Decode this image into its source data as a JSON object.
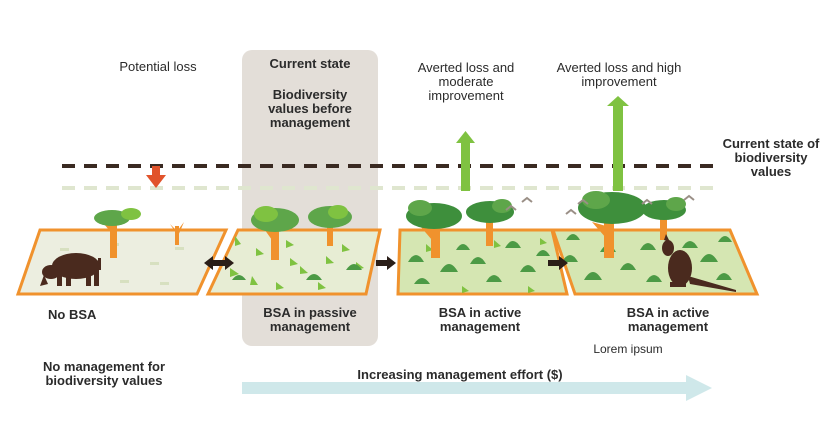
{
  "header": {
    "potential_loss": "Potential loss",
    "current_state_title": "Current state",
    "current_state_sub": "Biodiversity values before management",
    "moderate": "Averted loss and moderate improvement",
    "high": "Averted loss and high improvement",
    "legend_current": "Current state of biodiversity values"
  },
  "plots": [
    {
      "label": "No BSA"
    },
    {
      "label": "BSA in passive management"
    },
    {
      "label": "BSA in active management"
    },
    {
      "label": "BSA in active management"
    }
  ],
  "footer": {
    "no_management": "No management for biodiversity values",
    "effort": "Increasing management effort ($)",
    "lorem": "Lorem ipsum"
  },
  "colors": {
    "dark_line": "#3a2a22",
    "light_line": "#dfe6cf",
    "orange": "#f0922d",
    "red_arrow": "#e1532b",
    "green_arrow": "#7fc241",
    "effort_arrow": "#cfe8ea"
  }
}
